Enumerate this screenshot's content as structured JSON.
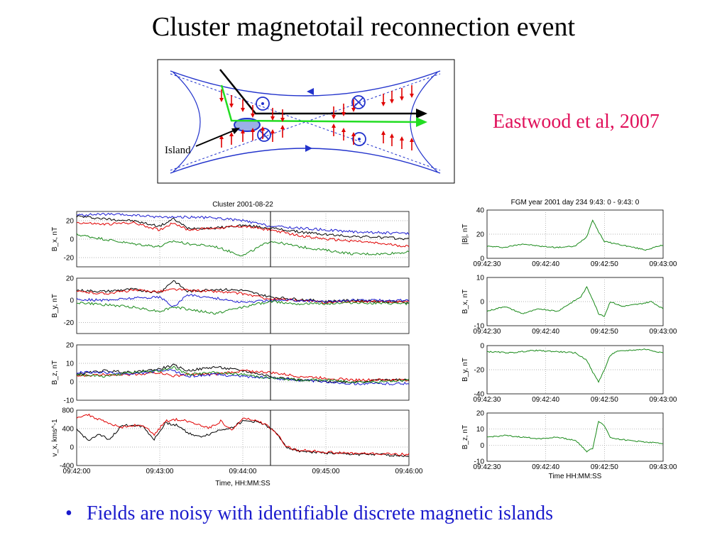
{
  "slide": {
    "title": "Cluster magnetotail reconnection event",
    "citation": "Eastwood et al, 2007",
    "bullet_marker": "•",
    "bullet": "Fields are noisy with identifiable discrete magnetic islands"
  },
  "schematic": {
    "label": "Island"
  },
  "colors": {
    "sc1": "#000000",
    "sc2": "#e00000",
    "sc3": "#1a1ad0",
    "sc4": "#1a8a1a",
    "field_lines": "#2233cc",
    "flow": "#22dd22",
    "arrows": "#e00000",
    "citation": "#e0105a",
    "bullet": "#1a1acc"
  },
  "chart_data": [
    {
      "type": "line",
      "title": "Cluster 2001-08-22",
      "xlabel": "Time, HH:MM:SS",
      "x_ticks": [
        "09:42:00",
        "09:43:00",
        "09:44:00",
        "09:45:00",
        "09:46:00"
      ],
      "x_range_seconds": [
        0,
        240
      ],
      "marker_time_s": 140,
      "grid": true,
      "panels": [
        {
          "ylabel": "B_x, nT",
          "ylim": [
            -30,
            30
          ],
          "yticks": [
            "20",
            "0",
            "-20"
          ],
          "series": [
            {
              "values_t": [
                0,
                20,
                40,
                60,
                70,
                80,
                100,
                120,
                140,
                160,
                180,
                200,
                220,
                240
              ],
              "values": [
                25,
                22,
                20,
                14,
                22,
                12,
                12,
                15,
                12,
                8,
                5,
                3,
                2,
                0
              ]
            },
            {
              "values_t": [
                0,
                20,
                40,
                60,
                70,
                80,
                100,
                120,
                140,
                160,
                180,
                200,
                220,
                240
              ],
              "values": [
                18,
                16,
                18,
                10,
                18,
                10,
                12,
                14,
                10,
                4,
                0,
                -2,
                -5,
                -8
              ]
            },
            {
              "values_t": [
                0,
                20,
                40,
                60,
                70,
                80,
                100,
                120,
                140,
                160,
                180,
                200,
                220,
                240
              ],
              "values": [
                26,
                27,
                26,
                24,
                24,
                24,
                23,
                20,
                14,
                12,
                10,
                8,
                7,
                6
              ]
            },
            {
              "values_t": [
                0,
                20,
                40,
                60,
                70,
                80,
                100,
                120,
                140,
                160,
                180,
                200,
                220,
                240
              ],
              "values": [
                5,
                0,
                -5,
                -8,
                -2,
                -5,
                -8,
                -18,
                -2,
                -8,
                -12,
                -16,
                -16,
                -14
              ]
            }
          ]
        },
        {
          "ylabel": "B_y, nT",
          "ylim": [
            -30,
            20
          ],
          "yticks": [
            "20",
            "0",
            "-20"
          ],
          "series": [
            {
              "values_t": [
                0,
                20,
                40,
                60,
                70,
                80,
                100,
                120,
                140,
                160,
                180,
                200,
                220,
                240
              ],
              "values": [
                9,
                8,
                10,
                7,
                18,
                8,
                10,
                9,
                3,
                1,
                -1,
                0,
                -1,
                -2
              ]
            },
            {
              "values_t": [
                0,
                20,
                40,
                60,
                70,
                80,
                100,
                120,
                140,
                160,
                180,
                200,
                220,
                240
              ],
              "values": [
                8,
                6,
                9,
                8,
                10,
                9,
                8,
                6,
                1,
                0,
                -2,
                -1,
                -1,
                -1
              ]
            },
            {
              "values_t": [
                0,
                20,
                40,
                60,
                70,
                80,
                100,
                120,
                140,
                160,
                180,
                200,
                220,
                240
              ],
              "values": [
                1,
                0,
                2,
                3,
                -6,
                5,
                2,
                -2,
                0,
                0,
                -1,
                0,
                0,
                0
              ]
            },
            {
              "values_t": [
                0,
                20,
                40,
                60,
                70,
                80,
                100,
                120,
                140,
                160,
                180,
                200,
                220,
                240
              ],
              "values": [
                -2,
                -4,
                -6,
                -10,
                -6,
                -8,
                -12,
                -6,
                -1,
                -3,
                -3,
                -2,
                -3,
                -3
              ]
            }
          ]
        },
        {
          "ylabel": "B_z, nT",
          "ylim": [
            -10,
            20
          ],
          "yticks": [
            "20",
            "10",
            "0",
            "-10"
          ],
          "series": [
            {
              "values_t": [
                0,
                20,
                40,
                60,
                70,
                80,
                100,
                120,
                140,
                160,
                180,
                200,
                220,
                240
              ],
              "values": [
                4,
                6,
                5,
                7,
                9,
                6,
                8,
                6,
                3,
                1,
                0,
                0,
                1,
                1
              ]
            },
            {
              "values_t": [
                0,
                20,
                40,
                60,
                70,
                80,
                100,
                120,
                140,
                160,
                180,
                200,
                220,
                240
              ],
              "values": [
                3,
                4,
                4,
                5,
                3,
                4,
                4,
                6,
                5,
                3,
                2,
                1,
                1,
                1
              ]
            },
            {
              "values_t": [
                0,
                20,
                40,
                60,
                70,
                80,
                100,
                120,
                140,
                160,
                180,
                200,
                220,
                240
              ],
              "values": [
                5,
                5,
                4,
                6,
                6,
                3,
                4,
                3,
                2,
                1,
                0,
                -1,
                -1,
                -1
              ]
            },
            {
              "values_t": [
                0,
                20,
                40,
                60,
                70,
                80,
                100,
                120,
                140,
                160,
                180,
                200,
                220,
                240
              ],
              "values": [
                4,
                3,
                5,
                6,
                8,
                4,
                5,
                4,
                2,
                1,
                1,
                0,
                0,
                1
              ]
            }
          ]
        },
        {
          "ylabel": "v_x, kms^-1",
          "ylim": [
            -400,
            800
          ],
          "yticks": [
            "800",
            "400",
            "0",
            "-400"
          ],
          "series": [
            {
              "values_t": [
                0,
                8,
                16,
                24,
                32,
                40,
                48,
                56,
                64,
                72,
                80,
                88,
                96,
                104,
                112,
                120,
                128,
                136,
                144,
                152,
                160,
                176,
                192,
                208,
                224,
                240
              ],
              "values": [
                380,
                150,
                260,
                170,
                450,
                480,
                450,
                160,
                520,
                480,
                320,
                220,
                280,
                380,
                420,
                560,
                560,
                500,
                300,
                0,
                -80,
                -120,
                -150,
                -160,
                -170,
                -190
              ]
            },
            {
              "values_t": [
                0,
                8,
                16,
                24,
                32,
                40,
                48,
                56,
                64,
                72,
                80,
                88,
                96,
                104,
                112,
                120,
                128,
                136,
                144,
                152,
                160,
                176,
                192,
                208,
                224,
                240
              ],
              "values": [
                650,
                700,
                600,
                500,
                430,
                470,
                470,
                260,
                560,
                600,
                560,
                490,
                420,
                560,
                360,
                620,
                580,
                500,
                300,
                0,
                -60,
                -100,
                -130,
                -140,
                -150,
                -160
              ]
            }
          ]
        }
      ]
    },
    {
      "type": "line",
      "title": "FGM year 2001 day 234  9:43: 0 -  9:43: 0",
      "xlabel": "Time HH:MM:SS",
      "x_ticks": [
        "09:42:30",
        "09:42:40",
        "09:42:50",
        "09:43:00"
      ],
      "x_range_seconds": [
        0,
        30
      ],
      "grid": true,
      "panels": [
        {
          "ylabel": "|B|, nT",
          "ylim": [
            0,
            40
          ],
          "yticks": [
            "40",
            "20",
            "0"
          ],
          "series": [
            {
              "values_t": [
                0,
                3,
                6,
                9,
                12,
                15,
                17,
                18,
                19,
                20,
                21,
                22,
                24,
                27,
                30
              ],
              "values": [
                10,
                9,
                12,
                10,
                9,
                10,
                18,
                32,
                22,
                14,
                13,
                12,
                10,
                7,
                11
              ]
            }
          ]
        },
        {
          "ylabel": "B_x, nT",
          "ylim": [
            -10,
            10
          ],
          "yticks": [
            "10",
            "0",
            "-10"
          ],
          "series": [
            {
              "values_t": [
                0,
                3,
                6,
                9,
                12,
                14,
                16,
                17,
                18,
                19,
                20,
                21,
                23,
                26,
                28,
                30
              ],
              "values": [
                -4,
                -2,
                -5,
                -3,
                -4,
                -1,
                2,
                6,
                1,
                -5,
                -6,
                0,
                -2,
                -1,
                0,
                -3
              ]
            }
          ]
        },
        {
          "ylabel": "B_y, nT",
          "ylim": [
            -40,
            0
          ],
          "yticks": [
            "0",
            "-20",
            "-40"
          ],
          "series": [
            {
              "values_t": [
                0,
                4,
                8,
                12,
                15,
                17,
                18,
                19,
                20,
                21,
                22,
                24,
                27,
                30
              ],
              "values": [
                -5,
                -6,
                -4,
                -5,
                -6,
                -12,
                -22,
                -30,
                -20,
                -8,
                -5,
                -4,
                -3,
                -6
              ]
            }
          ]
        },
        {
          "ylabel": "B_z, nT",
          "ylim": [
            -10,
            20
          ],
          "yticks": [
            "20",
            "10",
            "0",
            "-10"
          ],
          "series": [
            {
              "values_t": [
                0,
                3,
                6,
                9,
                12,
                15,
                16,
                17,
                18,
                19,
                20,
                21,
                22,
                24,
                27,
                30
              ],
              "values": [
                5,
                6,
                5,
                4,
                5,
                3,
                0,
                -4,
                -2,
                15,
                12,
                5,
                4,
                3,
                2,
                1
              ]
            }
          ]
        }
      ]
    }
  ]
}
